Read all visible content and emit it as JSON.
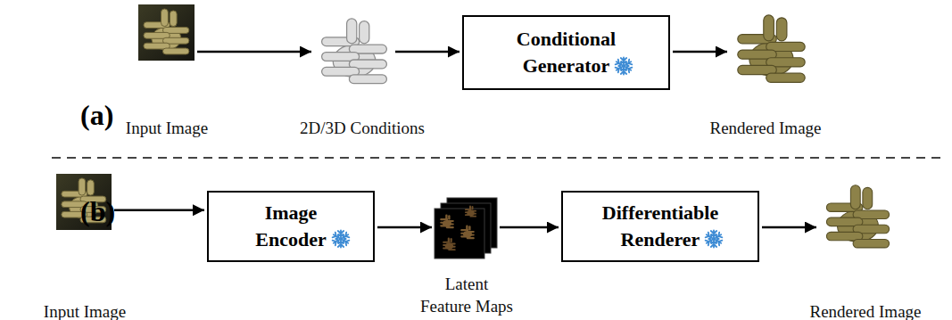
{
  "diagram": {
    "nodes": [
      {
        "text": [
          "Input Image"
        ]
      },
      {
        "text": [
          "2D/3D Conditions"
        ]
      },
      {
        "text": [
          "Conditional Generator"
        ]
      },
      {
        "text": [
          "Rendered Image"
        ]
      },
      {
        "text": [
          "Input Image"
        ]
      },
      {
        "text": [
          "Image Encoder"
        ]
      },
      {
        "text": [
          "Latent Feature Maps"
        ]
      },
      {
        "text": [
          "Differentiable Renderer"
        ]
      },
      {
        "text": [
          "Rendered Image"
        ]
      }
    ],
    "edges": [
      {
        "from": 0,
        "to": 1,
        "arrow": "to"
      },
      {
        "from": 1,
        "to": 2,
        "arrow": "to"
      },
      {
        "from": 2,
        "to": 3,
        "arrow": "to"
      },
      {
        "from": 4,
        "to": 5,
        "arrow": "to"
      },
      {
        "from": 5,
        "to": 6,
        "arrow": "to"
      },
      {
        "from": 6,
        "to": 7,
        "arrow": "to"
      },
      {
        "from": 7,
        "to": 8,
        "arrow": "to"
      }
    ],
    "labels": [
      "(a)",
      "(b)"
    ]
  }
}
